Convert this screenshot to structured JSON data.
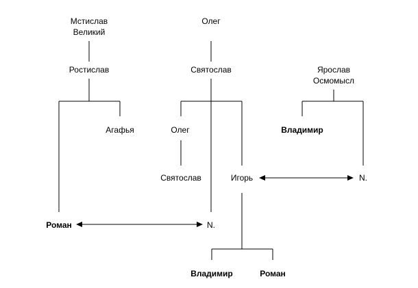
{
  "nodes": {
    "mstislav_line1": "Мстислав",
    "mstislav_line2": "Великий",
    "oleg_top": "Олег",
    "rostislav": "Ростислав",
    "svyatoslav_top": "Святослав",
    "yaroslav_line1": "Ярослав",
    "yaroslav_line2": "Осмомысл",
    "agafya": "Агафья",
    "oleg_mid": "Олег",
    "vladimir_right": "Владимир",
    "svyatoslav_mid": "Святослав",
    "igor": "Игорь",
    "n_right": "N.",
    "roman_left": "Роман",
    "n_mid": "N.",
    "vladimir_bottom": "Владимир",
    "roman_bottom": "Роман"
  }
}
